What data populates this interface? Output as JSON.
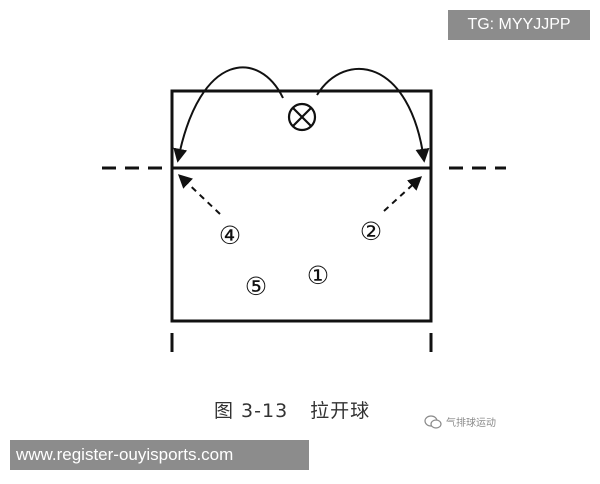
{
  "watermark_top": "TG: MYYJJPP",
  "diagram": {
    "positions": [
      {
        "id": "p4",
        "label": "④"
      },
      {
        "id": "p2",
        "label": "②"
      },
      {
        "id": "p5",
        "label": "⑤"
      },
      {
        "id": "p1",
        "label": "①"
      }
    ],
    "ball_icon": "circled-x-icon"
  },
  "caption": {
    "figure": "图 3-13",
    "title": "拉开球"
  },
  "wechat_mark": {
    "text": "气排球运动",
    "icon": "wechat-icon"
  },
  "url_banner": "www.register-ouyisports.com"
}
